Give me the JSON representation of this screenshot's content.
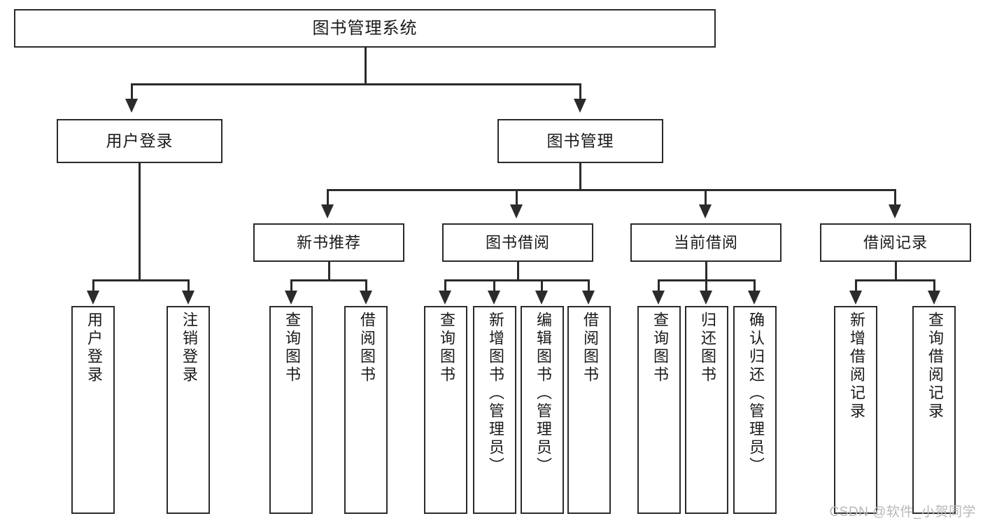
{
  "diagram": {
    "title": "图书管理系统",
    "root": {
      "label": "图书管理系统"
    },
    "level2": [
      {
        "label": "用户登录"
      },
      {
        "label": "图书管理"
      }
    ],
    "level3": [
      {
        "label": "新书推荐"
      },
      {
        "label": "图书借阅"
      },
      {
        "label": "当前借阅"
      },
      {
        "label": "借阅记录"
      }
    ],
    "leaves": {
      "user_login": [
        {
          "label": "用户登录"
        },
        {
          "label": "注销登录"
        }
      ],
      "new_book_recommend": [
        {
          "label": "查询图书"
        },
        {
          "label": "借阅图书"
        }
      ],
      "book_borrow": [
        {
          "label": "查询图书"
        },
        {
          "label": "新增图书（管理员）"
        },
        {
          "label": "编辑图书（管理员）"
        },
        {
          "label": "借阅图书"
        }
      ],
      "current_borrow": [
        {
          "label": "查询图书"
        },
        {
          "label": "归还图书"
        },
        {
          "label": "确认归还（管理员）"
        }
      ],
      "borrow_record": [
        {
          "label": "新增借阅记录"
        },
        {
          "label": "查询借阅记录"
        }
      ]
    }
  },
  "watermark": {
    "text": "CSDN @软件_小贺同学"
  },
  "colors": {
    "stroke": "#2b2b2b",
    "background": "#ffffff",
    "text": "#1a1a1a",
    "watermark": "#b8b8b8"
  }
}
